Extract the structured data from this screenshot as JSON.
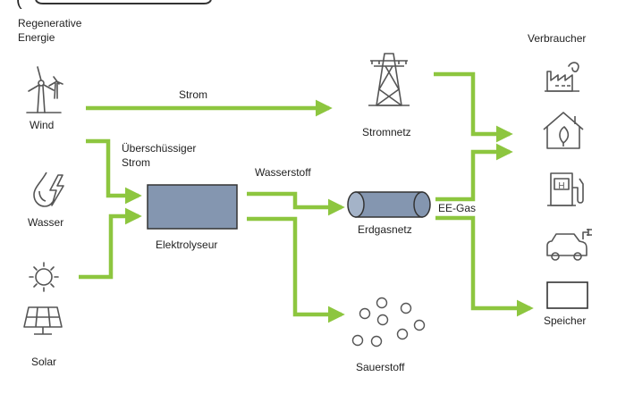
{
  "title_fragment": "(",
  "labels": {
    "regenerative": "Regenerative\nEnergie",
    "wind": "Wind",
    "wasser": "Wasser",
    "solar": "Solar",
    "strom": "Strom",
    "ueberschuss": "Überschüssiger\nStrom",
    "elektrolyseur": "Elektrolyseur",
    "wasserstoff": "Wasserstoff",
    "stromnetz": "Stromnetz",
    "erdgasnetz": "Erdgasnetz",
    "ee_gas": "EE-Gas",
    "sauerstoff": "Sauerstoff",
    "verbraucher": "Verbraucher",
    "speicher": "Speicher",
    "h_letter": "H"
  },
  "colors": {
    "arrow": "#8dc63f",
    "box_fill": "#8496b0",
    "icon_stroke": "#555555"
  },
  "icons": [
    "wind-turbine-icon",
    "water-energy-icon",
    "sun-icon",
    "solar-panel-icon",
    "power-pylon-icon",
    "factory-icon",
    "house-leaf-icon",
    "fuel-station-icon",
    "electric-car-icon",
    "oxygen-bubbles-icon"
  ]
}
